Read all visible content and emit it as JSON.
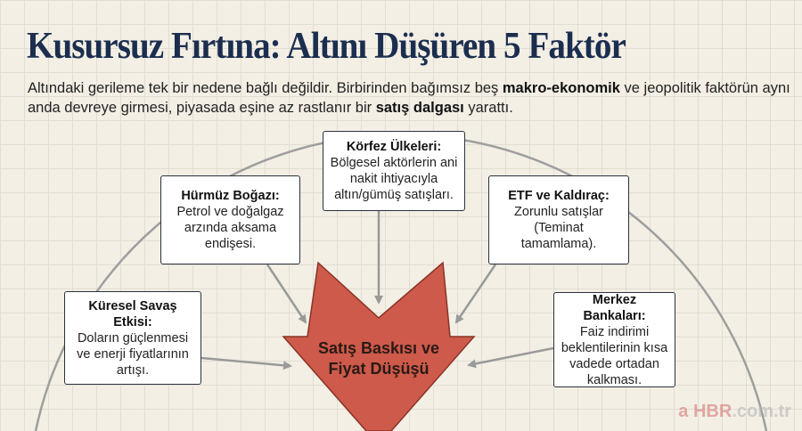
{
  "title": "Kusursuz Fırtına: Altını Düşüren 5 Faktör",
  "subtitle": {
    "part1": "Altındaki gerileme tek bir nedene bağlı değildir. Birbirinden bağımsız beş ",
    "bold1": "makro-ekonomik",
    "part2": " ve jeopolitik faktörün aynı anda devreye girmesi, piyasada eşine az rastlanır bir ",
    "bold2": "satış dalgası",
    "part3": " yarattı."
  },
  "factors": [
    {
      "title": "Körfez Ülkeleri:",
      "text": "Bölgesel aktörlerin ani nakit ihtiyacıyla altın/gümüş satışları."
    },
    {
      "title": "Hürmüz Boğazı:",
      "text": "Petrol ve doğalgaz arzında aksama endişesi."
    },
    {
      "title": "ETF ve Kaldıraç:",
      "text": "Zorunlu satışlar (Teminat tamamlama)."
    },
    {
      "title": "Küresel Savaş Etkisi:",
      "text": "Doların güçlenmesi ve enerji fiyatlarının artışı."
    },
    {
      "title": "Merkez Bankaları:",
      "text": "Faiz indirimi beklentilerinin kısa vadede ortadan kalkması."
    }
  ],
  "center": {
    "line1": "Satış Baskısı ve",
    "line2": "Fiyat Düşüşü"
  },
  "watermark": {
    "brand": "a HBR",
    "domain": ".com.tr"
  },
  "colors": {
    "title": "#1b2e4f",
    "arrow": "#cd5a4a",
    "connector": "#9a9a9a"
  }
}
